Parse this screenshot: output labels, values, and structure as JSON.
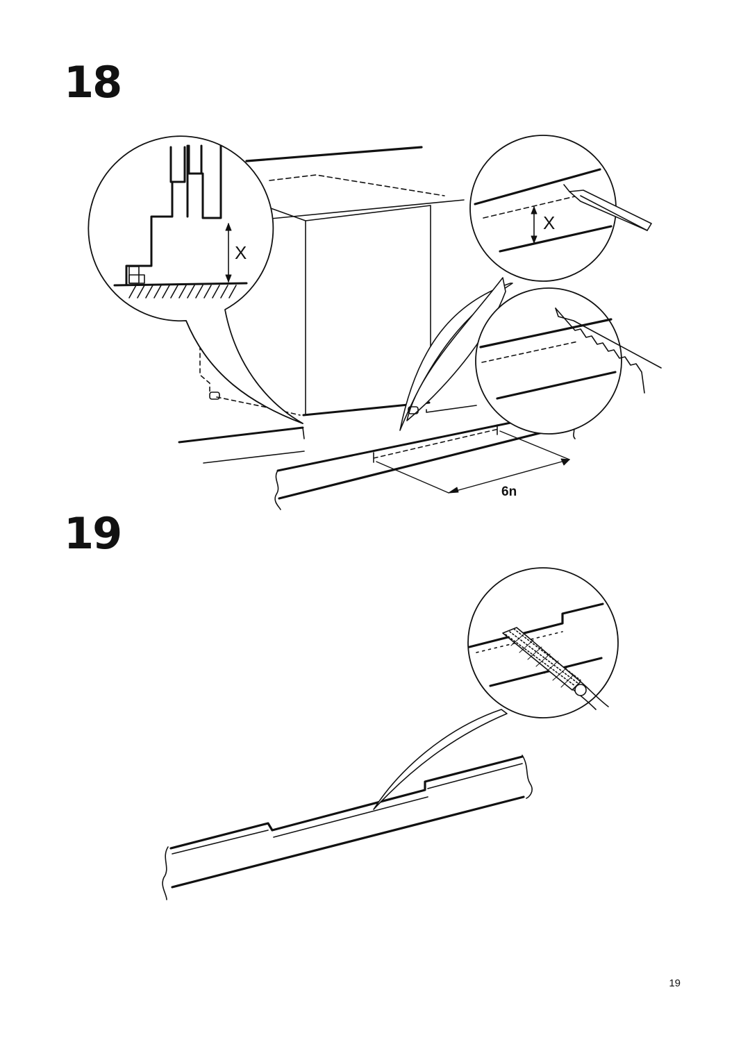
{
  "steps": [
    {
      "number": "18",
      "callout_labels": {
        "height_left": "X",
        "height_right": "X"
      },
      "dimension_label": "6n"
    },
    {
      "number": "19"
    }
  ],
  "page": {
    "number": "19"
  },
  "colors": {
    "ink": "#111111",
    "paper": "#ffffff"
  }
}
